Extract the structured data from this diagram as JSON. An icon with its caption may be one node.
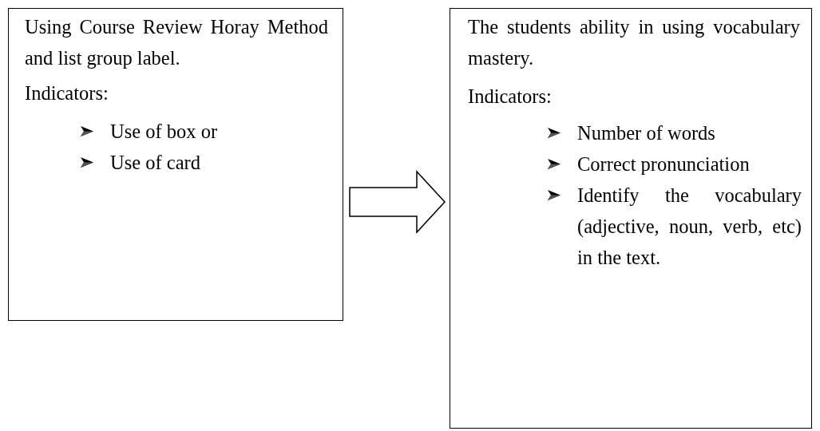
{
  "diagram": {
    "nodes": [
      {
        "text": [
          "Using Course Review Horay Method and list group label.",
          "Indicators:",
          "Use of box or",
          "Use of card"
        ]
      },
      {
        "text": [
          "The students ability in using vocabulary mastery.",
          "Indicators:",
          "Number of words",
          "Correct pronunciation",
          "Identify the vocabulary (adjective, noun, verb, etc) in the text."
        ]
      }
    ],
    "edges": [
      {
        "from": 0,
        "to": 1,
        "arrow": "to"
      }
    ]
  }
}
